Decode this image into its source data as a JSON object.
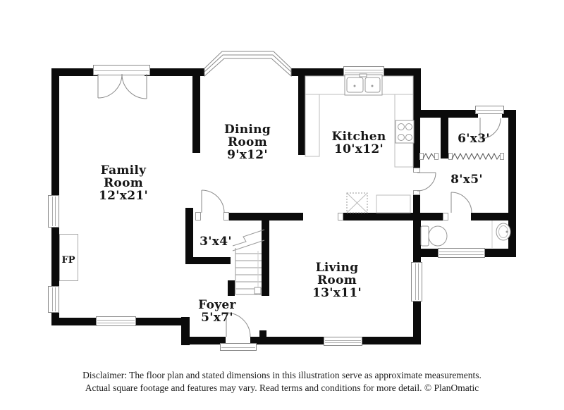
{
  "colors": {
    "wall": "#0b0b0b",
    "fixture_line": "#8a8a8a",
    "counter_line": "#bdbdbd",
    "text": "#161616"
  },
  "rooms": {
    "family": {
      "lines": [
        "Family",
        "Room",
        "12'x21'"
      ]
    },
    "dining": {
      "lines": [
        "Dining",
        "Room",
        "9'x12'"
      ]
    },
    "kitchen": {
      "lines": [
        "Kitchen",
        "10'x12'"
      ]
    },
    "living": {
      "lines": [
        "Living",
        "Room",
        "13'x11'"
      ]
    },
    "foyer": {
      "lines": [
        "Foyer",
        "5'x7'"
      ]
    },
    "closet_6x3": {
      "lines": [
        "6'x3'"
      ]
    },
    "hall_8x5": {
      "lines": [
        "8'x5'"
      ]
    },
    "closet_3x4": {
      "lines": [
        "3'x4'"
      ]
    },
    "fireplace": {
      "lines": [
        "FP"
      ]
    }
  },
  "fixtures": [
    "french-door",
    "bay-window",
    "kitchen-sink",
    "stove",
    "washer-box",
    "stairs",
    "toilet",
    "bathroom-sink",
    "closet-rod",
    "fireplace"
  ],
  "disclaimer": {
    "line1": "Disclaimer: The floor plan and stated dimensions in this illustration serve as approximate measurements.",
    "line2": "Actual square footage and features may vary. Read terms and conditions for more detail. © PlanOmatic"
  }
}
